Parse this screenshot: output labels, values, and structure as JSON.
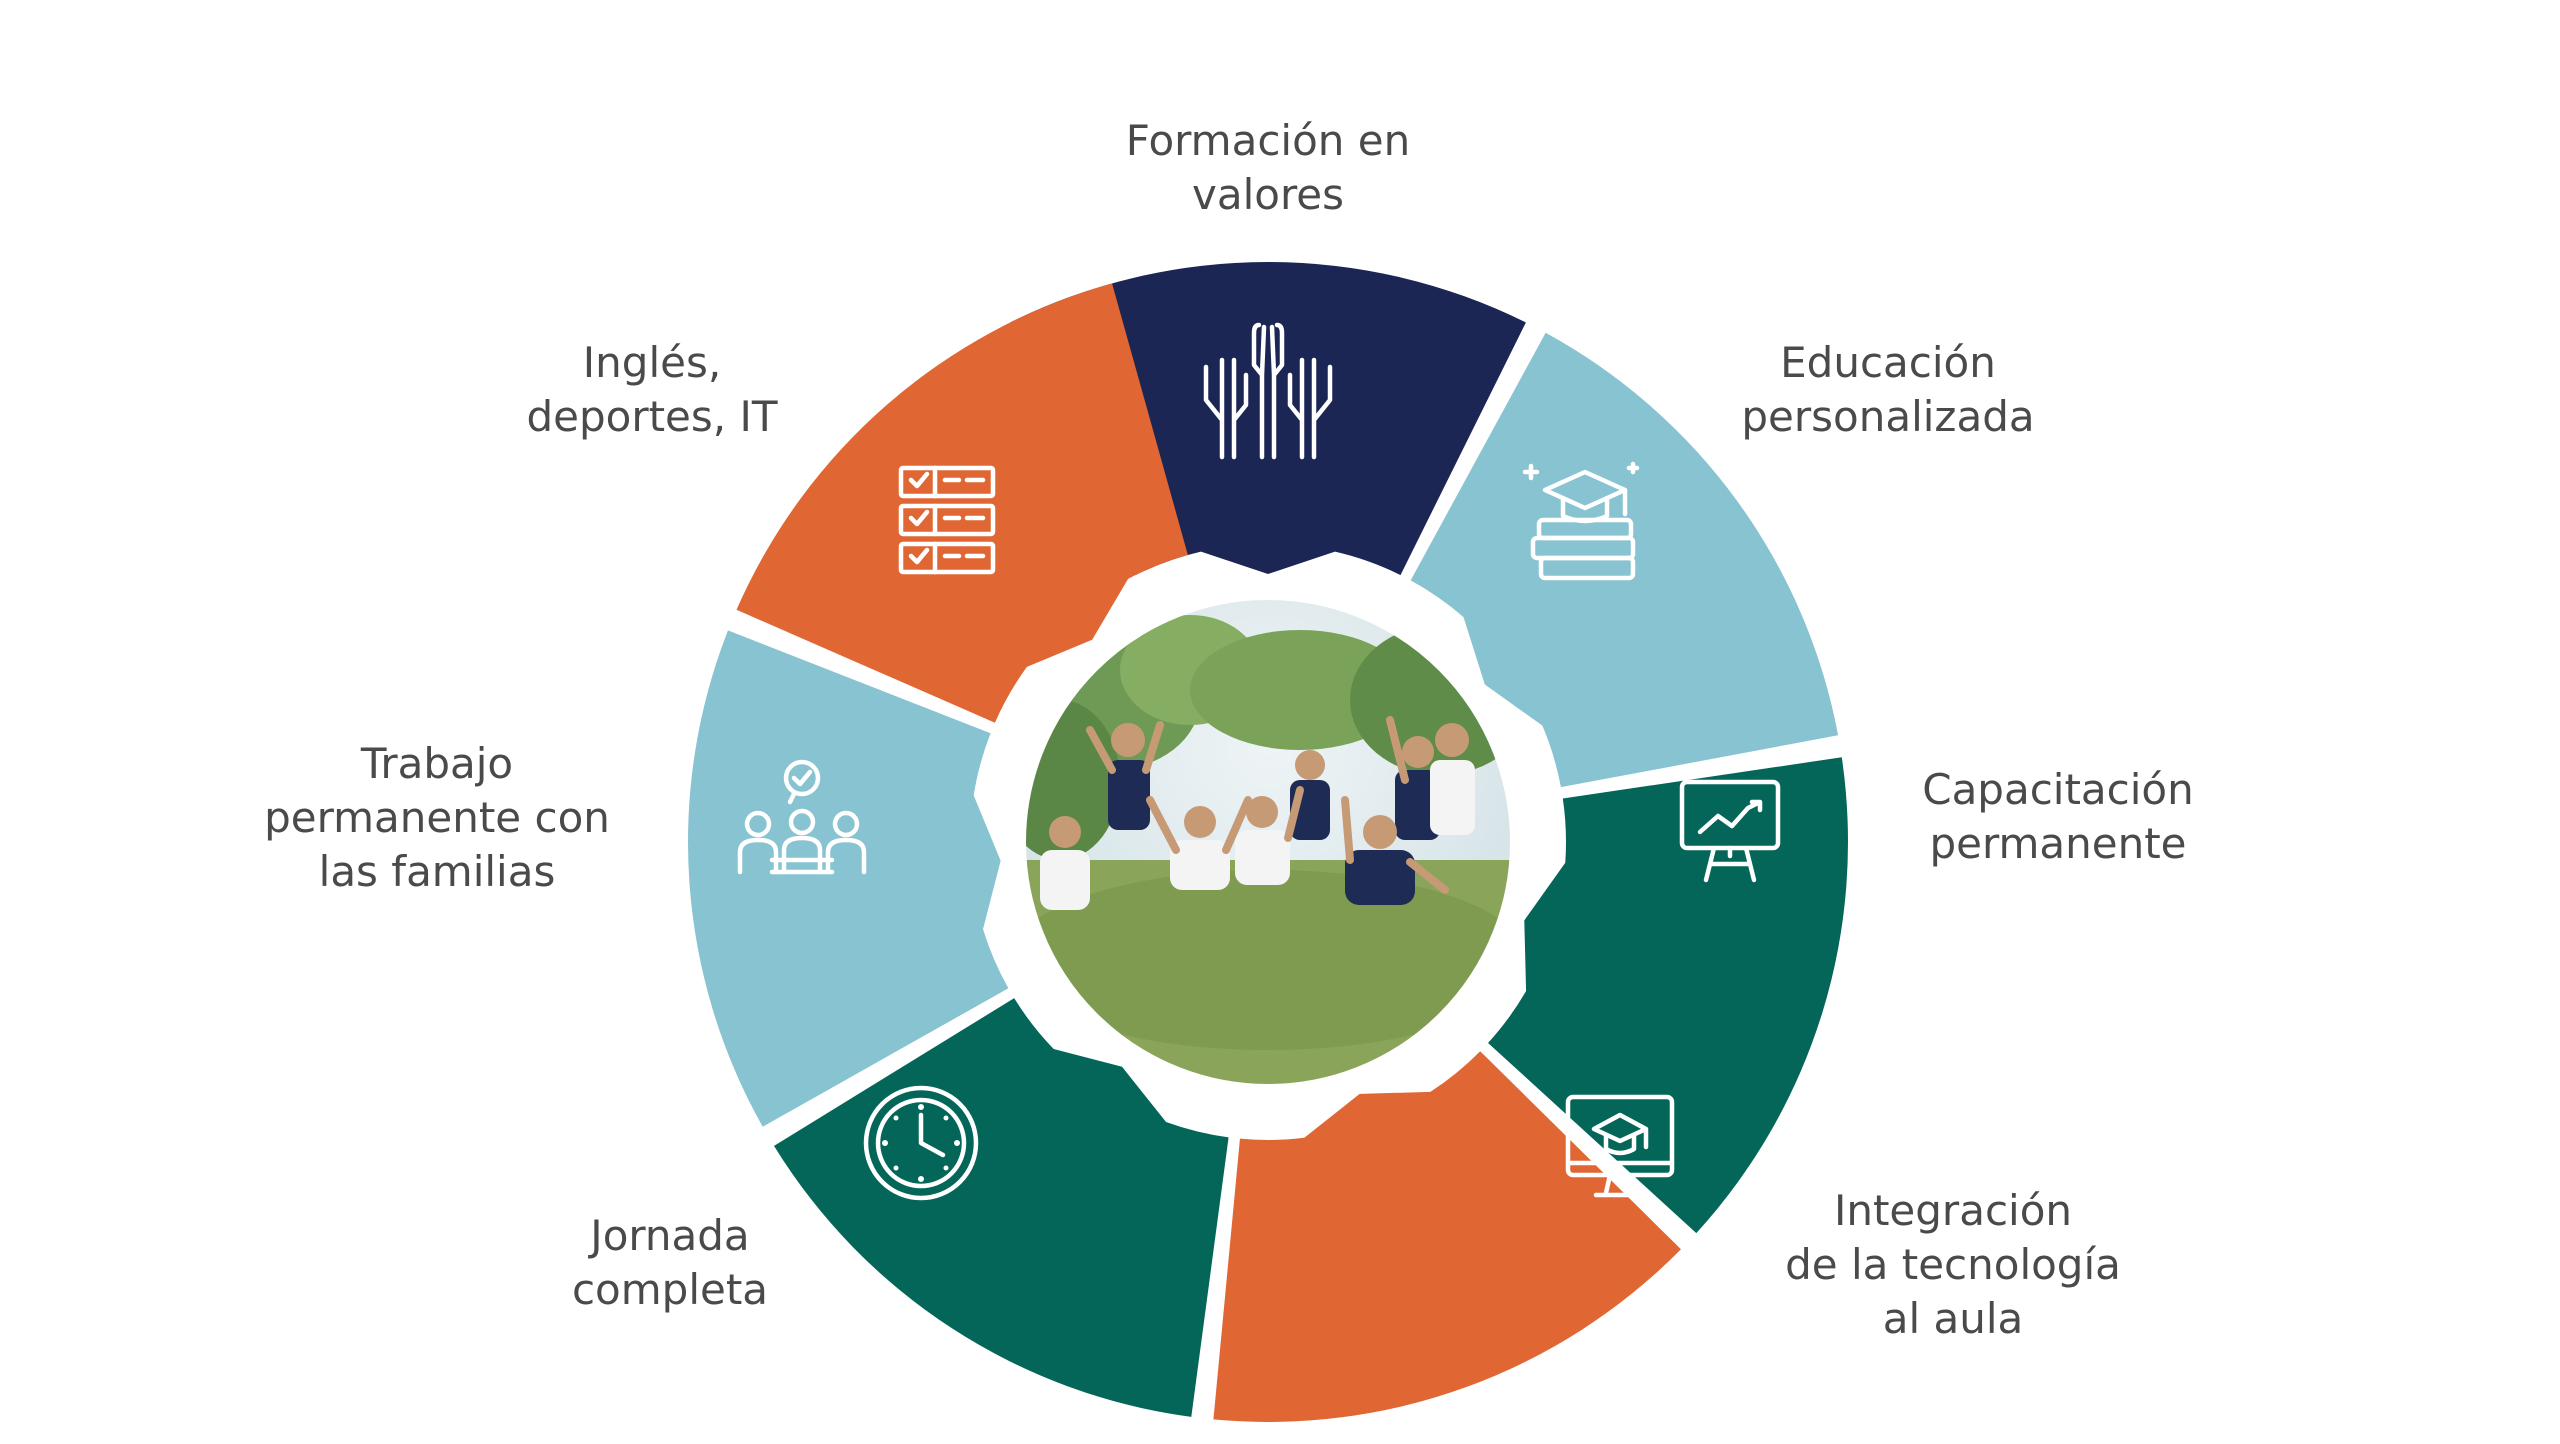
{
  "diagram": {
    "segments": [
      {
        "id": "formacion",
        "lines": [
          "Formación en",
          "valores"
        ],
        "color": "#1c2654",
        "icon": "raised-hands-icon"
      },
      {
        "id": "educacion",
        "lines": [
          "Educación",
          "personalizada"
        ],
        "color": "#88c3d2",
        "icon": "graduation-books-icon"
      },
      {
        "id": "capacitacion",
        "lines": [
          "Capacitación",
          "permanente"
        ],
        "color": "#036659",
        "icon": "presentation-board-icon"
      },
      {
        "id": "integracion",
        "lines": [
          "Integración",
          "de la tecnología",
          "al aula"
        ],
        "color": "#e06733",
        "icon": "computer-graduation-cap-icon"
      },
      {
        "id": "jornada",
        "lines": [
          "Jornada",
          "completa"
        ],
        "color": "#036659",
        "icon": "clock-icon"
      },
      {
        "id": "trabajo",
        "lines": [
          "Trabajo",
          "permanente con",
          "las familias"
        ],
        "color": "#88c3d2",
        "icon": "family-meeting-icon"
      },
      {
        "id": "ingles",
        "lines": [
          "Inglés,",
          "deportes, IT"
        ],
        "color": "#e06733",
        "icon": "checklist-icon"
      }
    ],
    "center_image": "students-outdoors-photo"
  }
}
